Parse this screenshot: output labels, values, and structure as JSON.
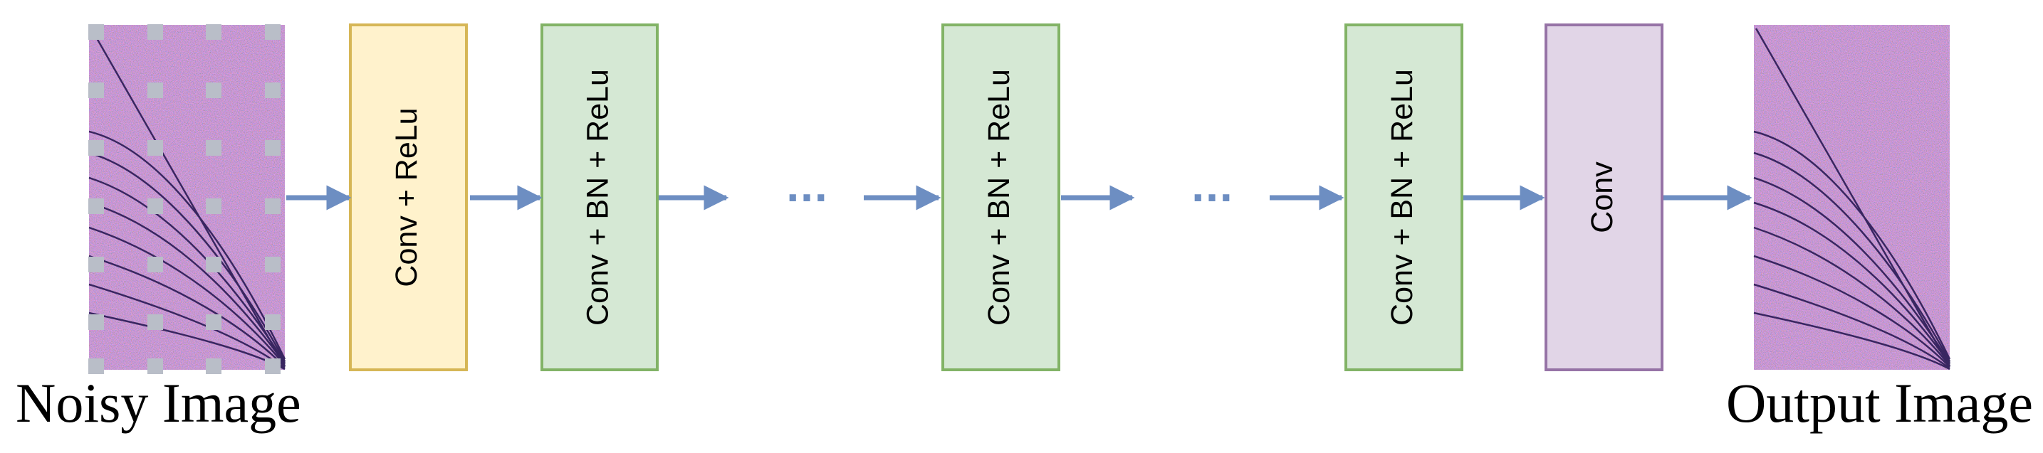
{
  "colors": {
    "arrow": "#6d8ec2",
    "conv_relu_fill": "#fff2cc",
    "conv_relu_stroke": "#d6b656",
    "conv_bn_relu_fill": "#d5e8d4",
    "conv_bn_relu_stroke": "#82b366",
    "conv_fill": "#e1d5e7",
    "conv_stroke": "#9673a6",
    "noise_base": "#a77fbf",
    "mask_square": "#b9bec8"
  },
  "blocks": [
    {
      "label": "Conv + ReLu",
      "kind": "conv_relu"
    },
    {
      "label": "Conv + BN + ReLu",
      "kind": "conv_bn_relu"
    },
    {
      "label": "Conv + BN + ReLu",
      "kind": "conv_bn_relu"
    },
    {
      "label": "Conv + BN + ReLu",
      "kind": "conv_bn_relu"
    },
    {
      "label": "Conv",
      "kind": "conv"
    }
  ],
  "ellipsis": [
    "···",
    "···"
  ],
  "input_caption": "Noisy Image",
  "output_caption": "Output Image"
}
